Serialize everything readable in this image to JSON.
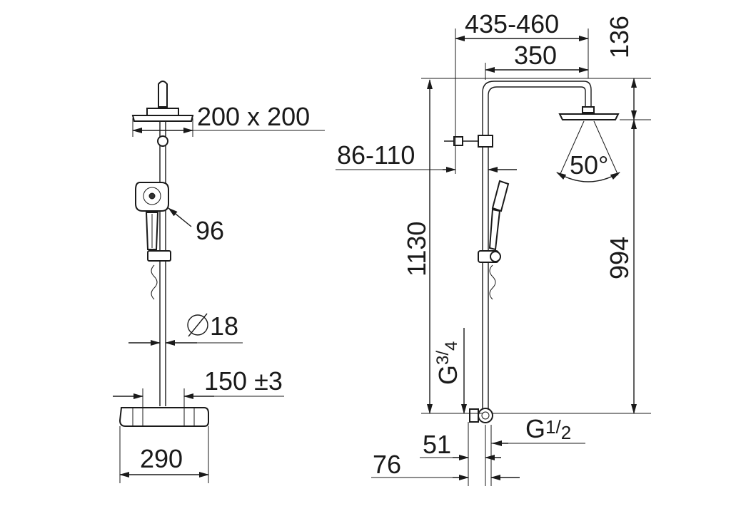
{
  "front_view": {
    "head_size": "200 x 200",
    "hand_shower": "96",
    "diameter": "18",
    "center_distance": "150 ±3",
    "thermostat_width": "290"
  },
  "side_view": {
    "projection": "435-460",
    "arm_length": "350",
    "head_drop": "136",
    "wall_distance": "86-110",
    "spray_angle": "50°",
    "total_height": "1130",
    "head_height": "994",
    "inlet_thread_main": "G",
    "inlet_thread_main_sup": "3",
    "inlet_thread_main_sub": "4",
    "outlet_thread": "G",
    "outlet_thread_sup": "1",
    "outlet_thread_sub": "2",
    "offset_small": "51",
    "offset_large": "76"
  },
  "colors": {
    "line": "#1a1a1a",
    "fill": "#ffffff"
  }
}
